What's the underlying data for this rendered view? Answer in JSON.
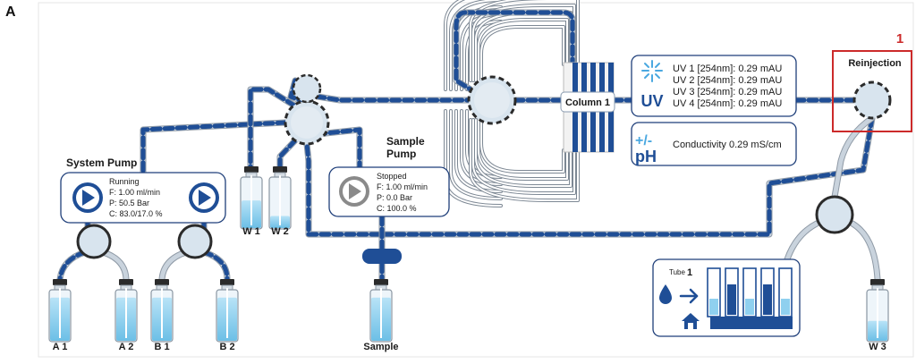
{
  "figure_label": "A",
  "highlight_number": "1",
  "colors": {
    "tube_dark": "#1f4e96",
    "tube_light": "#c9d3dd",
    "panel_border": "#1f3f7a",
    "accent_blue": "#2a63b8",
    "liquid": "#8fd0ef",
    "highlight": "#cc2a2a"
  },
  "system_pump": {
    "title": "System Pump",
    "status": "Running",
    "flow": "F: 1.00 ml/min",
    "pressure": "P: 50.5  Bar",
    "composition": "C: 83.0/17.0 %"
  },
  "sample_pump": {
    "title_line1": "Sample",
    "title_line2": "Pump",
    "status": "Stopped",
    "flow": "F: 1.00 ml/min",
    "pressure": "P: 0.0  Bar",
    "composition": "C: 100.0 %"
  },
  "column": {
    "label": "Column 1"
  },
  "uv": {
    "icon_label": "UV",
    "lines": [
      "UV 1 [254nm]: 0.29 mAU",
      "UV 2 [254nm]: 0.29 mAU",
      "UV 3 [254nm]: 0.29 mAU",
      "UV 4 [254nm]: 0.29 mAU"
    ]
  },
  "conductivity": {
    "icon_line1": "+/-",
    "icon_line2": "pH",
    "text": "Conductivity 0.29 mS/cm"
  },
  "reinjection": {
    "label": "Reinjection"
  },
  "fraction": {
    "tube_prefix": "Tube",
    "tube_number": "1"
  },
  "bottles": {
    "a1": "A 1",
    "a2": "A 2",
    "b1": "B 1",
    "b2": "B 2",
    "w1": "W 1",
    "w2": "W 2",
    "w3": "W 3",
    "sample": "Sample"
  },
  "icons": [
    "play-icon",
    "water-drop-icon",
    "arrow-right-icon",
    "home-icon",
    "uv-light-icon"
  ]
}
